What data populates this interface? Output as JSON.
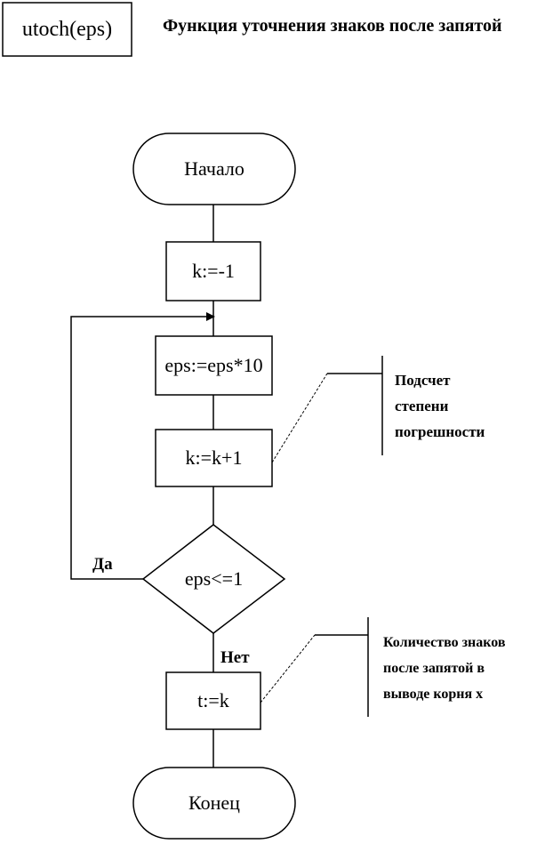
{
  "header": {
    "function_name": "utoch(eps)",
    "description": "Функция уточнения знаков после запятой"
  },
  "flowchart": {
    "start": "Начало",
    "init": "k:=-1",
    "multiply": "eps:=eps*10",
    "increment": "k:=k+1",
    "condition": "eps<=1",
    "yes_label": "Да",
    "no_label": "Нет",
    "assign": "t:=k",
    "end": "Конец"
  },
  "notes": {
    "degree_note": [
      "Подсчет",
      "степени",
      "погрешности"
    ],
    "count_note": [
      "Количество знаков",
      "после запятой в",
      "выводе корня  x"
    ]
  }
}
